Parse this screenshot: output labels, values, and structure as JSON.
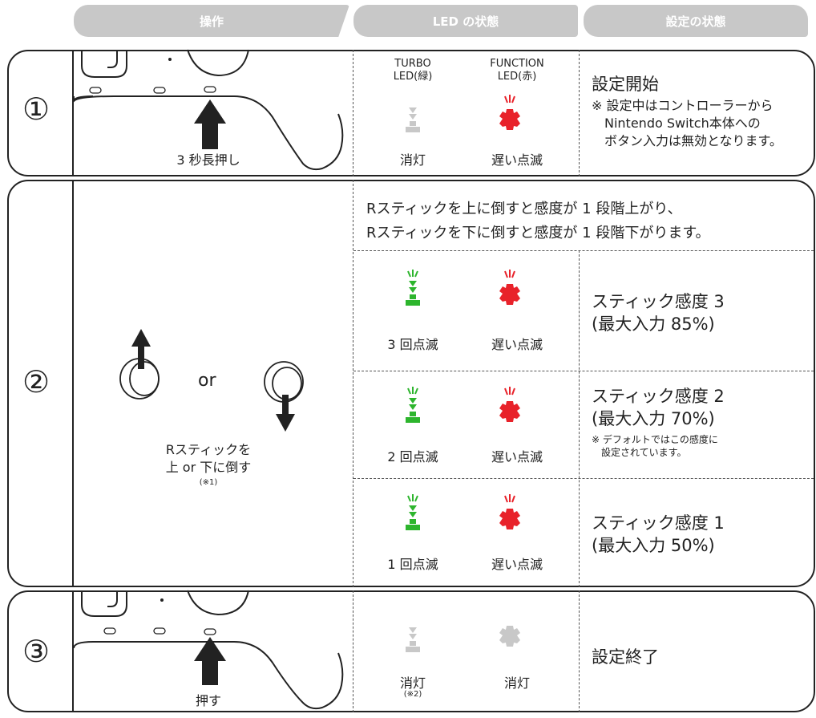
{
  "header": {
    "operation": "操作",
    "led_state": "LED の状態",
    "setting_state": "設定の状態"
  },
  "step1": {
    "number": "①",
    "action": "3 秒長押し",
    "turbo_led_title": "TURBO\nLED(緑)",
    "function_led_title": "FUNCTION\nLED(赤)",
    "turbo_state": "消灯",
    "function_state": "遅い点滅",
    "status": "設定開始",
    "note": "※ 設定中はコントローラーから\n　Nintendo Switch本体への\n　ボタン入力は無効となります。"
  },
  "step2": {
    "number": "②",
    "or": "or",
    "action": "Rスティックを\n上 or 下に倒す",
    "action_note": "(※1)",
    "instruction": "Rスティックを上に倒すと感度が 1 段階上がり、\nRスティックを下に倒すと感度が 1 段階下がります。",
    "levels": [
      {
        "turbo": "3 回点滅",
        "function": "遅い点滅",
        "label": "スティック感度 3\n(最大入力 85%)",
        "note": ""
      },
      {
        "turbo": "2 回点滅",
        "function": "遅い点滅",
        "label": "スティック感度 2\n(最大入力 70%)",
        "note": "※ デフォルトではこの感度に\n　設定されています。"
      },
      {
        "turbo": "1 回点滅",
        "function": "遅い点滅",
        "label": "スティック感度 1\n(最大入力 50%)",
        "note": ""
      }
    ]
  },
  "step3": {
    "number": "③",
    "action": "押す",
    "turbo_state": "消灯",
    "turbo_note": "(※2)",
    "function_state": "消灯",
    "status": "設定終了"
  },
  "colors": {
    "turbo_green": "#2db52d",
    "function_red": "#e8222a",
    "off_gray": "#c8c8c8"
  }
}
